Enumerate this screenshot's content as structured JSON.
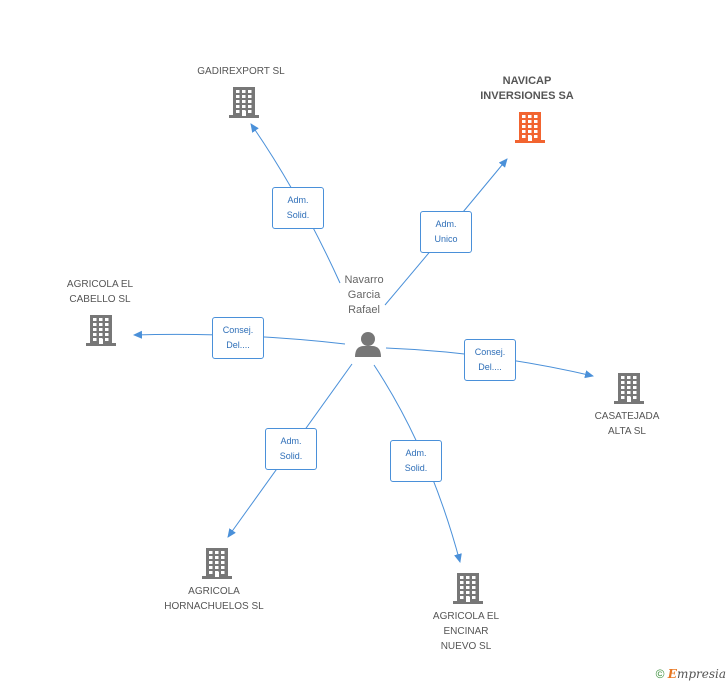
{
  "center": {
    "name": "Navarro\nGarcia\nRafael",
    "icon": "person-icon"
  },
  "companies": [
    {
      "id": "gadirexport",
      "name": "GADIREXPORT SL",
      "icon": "building-icon",
      "highlight": false
    },
    {
      "id": "navicap",
      "name": "NAVICAP\nINVERSIONES SA",
      "icon": "building-icon",
      "highlight": true
    },
    {
      "id": "agricola-cabello",
      "name": "AGRICOLA EL\nCABELLO  SL",
      "icon": "building-icon",
      "highlight": false
    },
    {
      "id": "casatejada",
      "name": "CASATEJADA\nALTA  SL",
      "icon": "building-icon",
      "highlight": false
    },
    {
      "id": "agricola-hornachuelos",
      "name": "AGRICOLA\nHORNACHUELOS SL",
      "icon": "building-icon",
      "highlight": false
    },
    {
      "id": "agricola-encinar",
      "name": "AGRICOLA EL\nENCINAR\nNUEVO SL",
      "icon": "building-icon",
      "highlight": false
    }
  ],
  "relations": [
    {
      "to": "gadirexport",
      "label": "Adm.\nSolid."
    },
    {
      "to": "navicap",
      "label": "Adm.\nUnico"
    },
    {
      "to": "agricola-cabello",
      "label": "Consej.\nDel...."
    },
    {
      "to": "casatejada",
      "label": "Consej.\nDel...."
    },
    {
      "to": "agricola-hornachuelos",
      "label": "Adm.\nSolid."
    },
    {
      "to": "agricola-encinar",
      "label": "Adm.\nSolid."
    }
  ],
  "colors": {
    "edge": "#4a90d9",
    "building": "#777777",
    "building_highlight": "#f26430",
    "person": "#777777"
  },
  "footer": {
    "copyright": "©",
    "brand_initial": "E",
    "brand_rest": "mpresia"
  }
}
